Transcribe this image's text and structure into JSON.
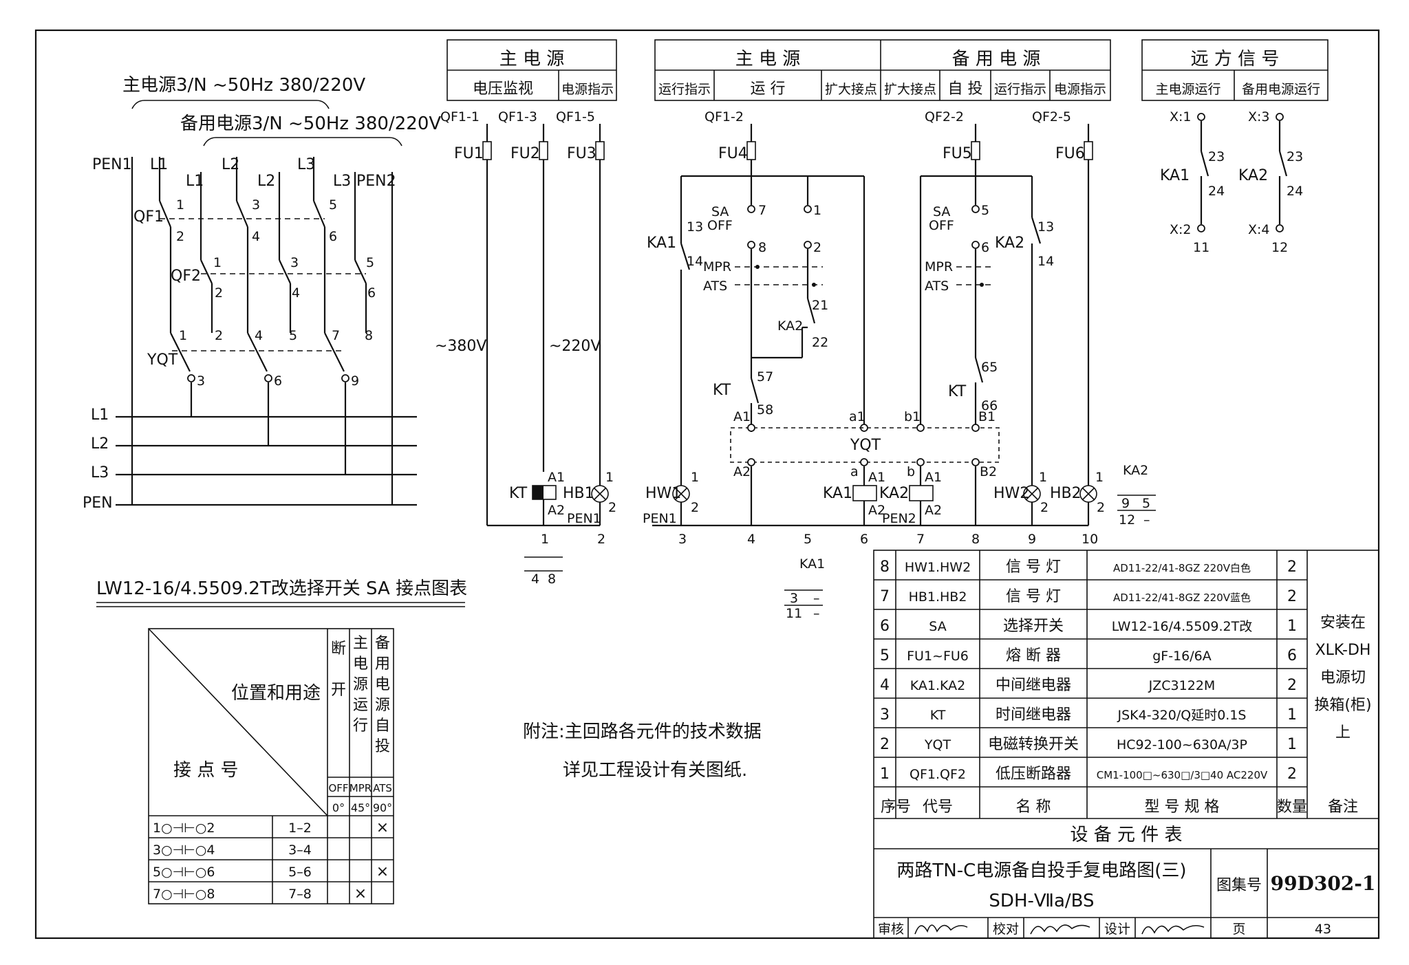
{
  "main_circuit": {
    "main_source": "主电源3/N ~50Hz 380/220V",
    "backup_source": "备用电源3/N ~50Hz 380/220V",
    "labels": [
      "PEN1",
      "L1",
      "L1",
      "L2",
      "L2",
      "L3",
      "L3",
      "PEN2",
      "QF1",
      "QF2",
      "YQT",
      "L1",
      "L2",
      "L3",
      "PEN"
    ],
    "numbers": [
      "1",
      "2",
      "3",
      "4",
      "5",
      "6",
      "1",
      "2",
      "3",
      "4",
      "5",
      "6",
      "1",
      "2",
      "4",
      "5",
      "7",
      "8",
      "3",
      "6",
      "9"
    ]
  },
  "headers": {
    "h1": "主 电 源",
    "h1a": "电压监视",
    "h1b": "电源指示",
    "h2": "主 电 源",
    "h2a": "运行指示",
    "h2b": "运 行",
    "h2c": "扩大接点",
    "h3": "备 用 电 源",
    "h3a": "扩大接点",
    "h3b": "自 投",
    "h3c": "运行指示",
    "h3d": "电源指示",
    "h4": "远 方 信 号",
    "h4a": "主电源运行",
    "h4b": "备用电源运行"
  },
  "ctrl": {
    "qf1_1": "QF1-1",
    "qf1_3": "QF1-3",
    "qf1_5": "QF1-5",
    "qf1_2": "QF1-2",
    "qf2_2": "QF2-2",
    "qf2_5": "QF2-5",
    "fu1": "FU1",
    "fu2": "FU2",
    "fu3": "FU3",
    "fu4": "FU4",
    "fu5": "FU5",
    "fu6": "FU6",
    "v380": "~380V",
    "v220": "~220V",
    "kt": "KT",
    "hb1": "HB1",
    "hw1": "HW1",
    "hw2": "HW2",
    "hb2": "HB2",
    "ka1": "KA1",
    "ka2": "KA2",
    "pen1": "PEN1",
    "pen2": "PEN2",
    "sa": "SA",
    "off": "OFF",
    "mpr": "MPR",
    "ats": "ATS",
    "yqt": "YQT",
    "a1": "A1",
    "a2": "A2",
    "b1": "B1",
    "b2": "B2",
    "a": "a",
    "b": "b",
    "a1s": "a1",
    "b1s": "b1",
    "n13": "13",
    "n14": "14",
    "n21": "21",
    "n22": "22",
    "n57": "57",
    "n58": "58",
    "n65": "65",
    "n66": "66",
    "n23": "23",
    "n24": "24",
    "n1": "1",
    "n2": "2",
    "n5": "5",
    "n6": "6",
    "n7": "7",
    "n8": "8",
    "x1": "X:1",
    "x2": "X:2",
    "x3": "X:3",
    "x4": "X:4",
    "n11": "11",
    "n12": "12",
    "n9": "9",
    "n10": "10",
    "n3": "3",
    "n4": "4",
    "dash": "–"
  },
  "sa_table": {
    "title": "LW12-16/4.5509.2T改选择开关 SA 接点图表",
    "pos_use": "位置和用途",
    "contact_no": "接 点 号",
    "cols": [
      {
        "head": "断\n开",
        "mode": "OFF",
        "angle": "0°"
      },
      {
        "head": "主\n电\n源\n运\n行",
        "mode": "MPR",
        "angle": "45°"
      },
      {
        "head": "备\n用\n电\n源\n自\n投",
        "mode": "ATS",
        "angle": "90°"
      }
    ],
    "rows": [
      {
        "sym": "1○⊣⊢○2",
        "pair": "1–2",
        "marks": [
          "",
          "",
          "×"
        ]
      },
      {
        "sym": "3○⊣⊢○4",
        "pair": "3–4",
        "marks": [
          "",
          "",
          ""
        ]
      },
      {
        "sym": "5○⊣⊢○6",
        "pair": "5–6",
        "marks": [
          "",
          "",
          "×"
        ]
      },
      {
        "sym": "7○⊣⊢○8",
        "pair": "7–8",
        "marks": [
          "",
          "×",
          ""
        ]
      }
    ]
  },
  "note": {
    "line1": "附注:主回路各元件的技术数据",
    "line2": "详见工程设计有关图纸."
  },
  "equipment": {
    "rows": [
      {
        "no": "8",
        "code": "HW1.HW2",
        "name": "信 号 灯",
        "model": "AD11-22/41-8GZ 220V白色",
        "qty": "2"
      },
      {
        "no": "7",
        "code": "HB1.HB2",
        "name": "信 号 灯",
        "model": "AD11-22/41-8GZ 220V蓝色",
        "qty": "2"
      },
      {
        "no": "6",
        "code": "SA",
        "name": "选择开关",
        "model": "LW12-16/4.5509.2T改",
        "qty": "1"
      },
      {
        "no": "5",
        "code": "FU1~FU6",
        "name": "熔 断 器",
        "model": "gF-16/6A",
        "qty": "6"
      },
      {
        "no": "4",
        "code": "KA1.KA2",
        "name": "中间继电器",
        "model": "JZC3122M",
        "qty": "2"
      },
      {
        "no": "3",
        "code": "KT",
        "name": "时间继电器",
        "model": "JSK4-320/Q延时0.1S",
        "qty": "1"
      },
      {
        "no": "2",
        "code": "YQT",
        "name": "电磁转换开关",
        "model": "HC92-100~630A/3P",
        "qty": "1"
      },
      {
        "no": "1",
        "code": "QF1.QF2",
        "name": "低压断路器",
        "model": "CM1-100□~630□/3□40 AC220V",
        "qty": "2"
      }
    ],
    "remark": "安装在\nXLK-DH\n电源切\n换箱(柜)\n上",
    "head": {
      "no": "序号",
      "code": "代号",
      "name": "名 称",
      "model": "型 号 规 格",
      "qty": "数量",
      "remark": "备注"
    },
    "caption": "设 备 元 件 表"
  },
  "title_block": {
    "title1": "两路TN-C电源备自投手复电路图(三)",
    "title2": "SDH-Ⅶa/BS",
    "atlas_label": "图集号",
    "atlas_no": "99D302-1",
    "review": "审核",
    "check": "校对",
    "design": "设计",
    "page_label": "页",
    "page": "43"
  }
}
